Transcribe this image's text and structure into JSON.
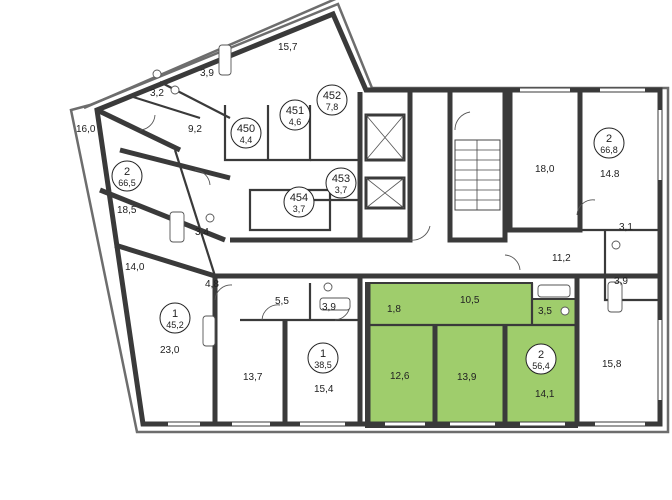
{
  "colors": {
    "wall": "#3a3a3a",
    "highlight": "#9fcd6c",
    "background": "#ffffff"
  },
  "rooms": [
    {
      "id": "r1",
      "label": "15,7"
    },
    {
      "id": "r2",
      "label": "3,9"
    },
    {
      "id": "r3",
      "label": "3,2"
    },
    {
      "id": "r4",
      "label": "16,0"
    },
    {
      "id": "r5",
      "label": "9,2"
    },
    {
      "id": "r6",
      "label": "18,5"
    },
    {
      "id": "r7",
      "label": "3,4"
    },
    {
      "id": "r8",
      "label": "14,0"
    },
    {
      "id": "r9",
      "label": "4,8"
    },
    {
      "id": "r10",
      "label": "23,0"
    },
    {
      "id": "r11",
      "label": "5,5"
    },
    {
      "id": "r12",
      "label": "3,9"
    },
    {
      "id": "r13",
      "label": "13,7"
    },
    {
      "id": "r14",
      "label": "15,4"
    },
    {
      "id": "r15",
      "label": "1,8"
    },
    {
      "id": "r16",
      "label": "10,5"
    },
    {
      "id": "r17",
      "label": "3,5"
    },
    {
      "id": "r18",
      "label": "12,6"
    },
    {
      "id": "r19",
      "label": "13,9"
    },
    {
      "id": "r20",
      "label": "14,1"
    },
    {
      "id": "r21",
      "label": "18,0"
    },
    {
      "id": "r22",
      "label": "14.8"
    },
    {
      "id": "r23",
      "label": "3,1"
    },
    {
      "id": "r24",
      "label": "11,2"
    },
    {
      "id": "r25",
      "label": "3,9"
    },
    {
      "id": "r26",
      "label": "15,8"
    }
  ],
  "units": [
    {
      "id": "u452",
      "number": "452",
      "area": "7,8"
    },
    {
      "id": "u451",
      "number": "451",
      "area": "4,6"
    },
    {
      "id": "u450",
      "number": "450",
      "area": "4,4"
    },
    {
      "id": "u453",
      "number": "453",
      "area": "3,7"
    },
    {
      "id": "u454",
      "number": "454",
      "area": "3,7"
    },
    {
      "id": "a2w",
      "number": "2",
      "area": "66,5"
    },
    {
      "id": "a1w",
      "number": "1",
      "area": "45,2"
    },
    {
      "id": "a1c",
      "number": "1",
      "area": "38,5"
    },
    {
      "id": "a2s",
      "number": "2",
      "area": "56,4"
    },
    {
      "id": "a2e",
      "number": "2",
      "area": "66,8"
    }
  ]
}
